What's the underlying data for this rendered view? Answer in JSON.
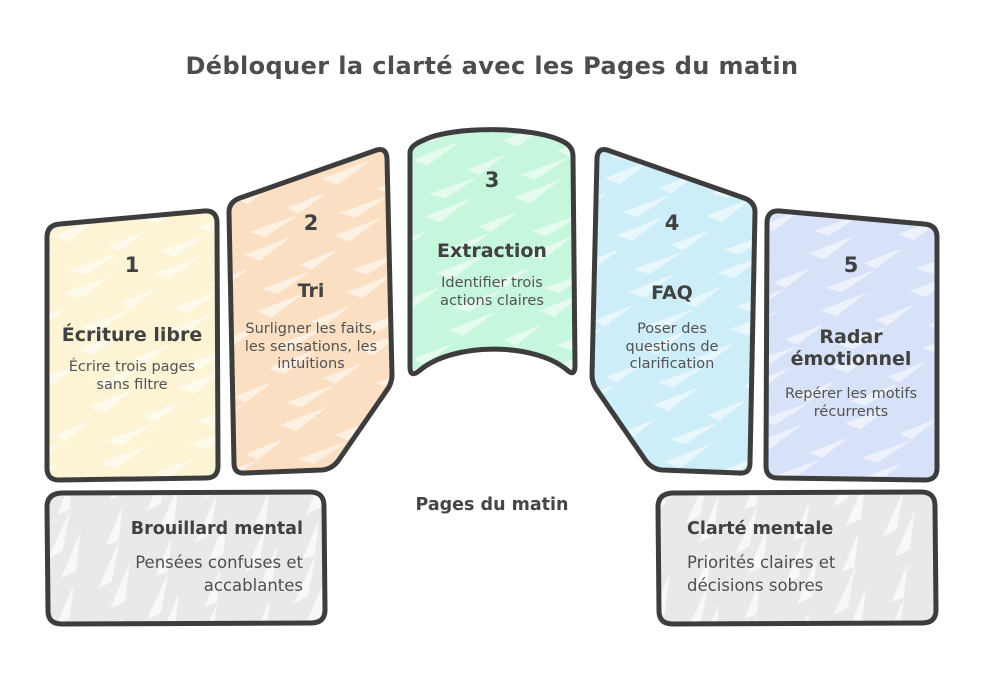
{
  "title": "Débloquer la clarté avec les Pages du matin",
  "arch_label": "Pages du matin",
  "steps": [
    {
      "number": "1",
      "title": "Écriture libre",
      "desc": "Écrire trois pages\nsans filtre",
      "color": "#fcf4d4"
    },
    {
      "number": "2",
      "title": "Tri",
      "desc": "Surligner les faits,\nles sensations, les\nintuitions",
      "color": "#fbdfc3"
    },
    {
      "number": "3",
      "title": "Extraction",
      "desc": "Identifier trois\nactions claires",
      "color": "#c6f6db"
    },
    {
      "number": "4",
      "title": "FAQ",
      "desc": "Poser des\nquestions de\nclarification",
      "color": "#cdedf9"
    },
    {
      "number": "5",
      "title": "Radar\némotionnel",
      "desc": "Repérer les motifs\nrécurrents",
      "color": "#d7e1f8"
    }
  ],
  "states": {
    "before": {
      "title": "Brouillard mental",
      "desc": "Pensées confuses et\naccablantes",
      "color": "#e9e9e9"
    },
    "after": {
      "title": "Clarté mentale",
      "desc": "Priorités claires et\ndécisions sobres",
      "color": "#e9e9e9"
    }
  },
  "colors": {
    "outline": "#3d3d3d",
    "heading_text": "#414141",
    "body_text": "#535353"
  }
}
